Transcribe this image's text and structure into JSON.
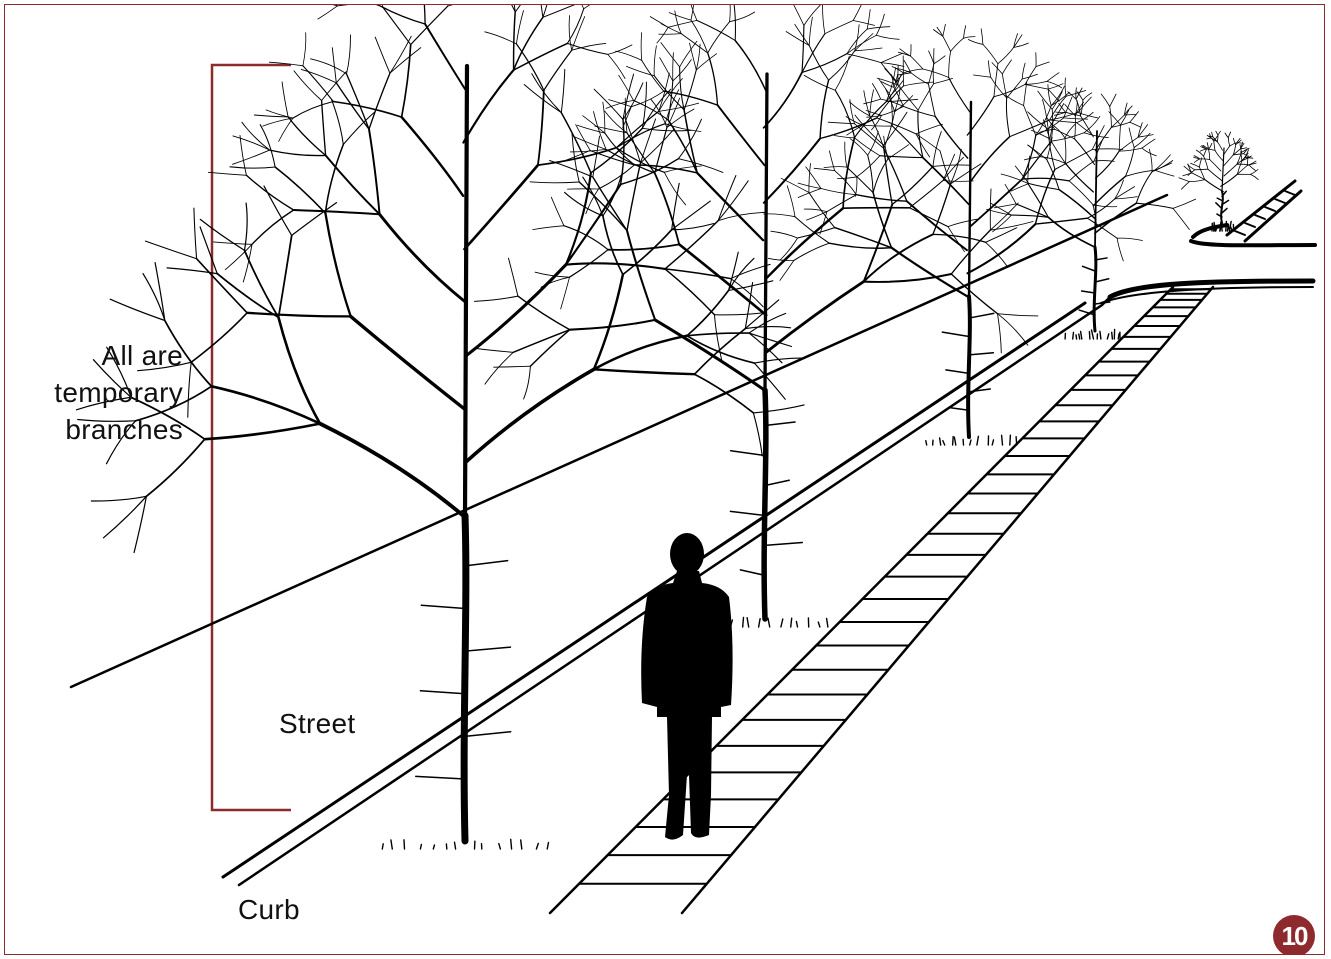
{
  "bracket_label": {
    "line1": "All are",
    "line2": "temporary",
    "line3": "branches"
  },
  "street_label": "Street",
  "curb_label": "Curb",
  "page_number": "10",
  "colors": {
    "accent": "#8e2a2e",
    "ink": "#000000",
    "background": "#ffffff"
  },
  "scene": {
    "trees": 5,
    "figure": "person-silhouette",
    "elements": [
      "street",
      "curb",
      "sidewalk",
      "street-trees"
    ]
  }
}
